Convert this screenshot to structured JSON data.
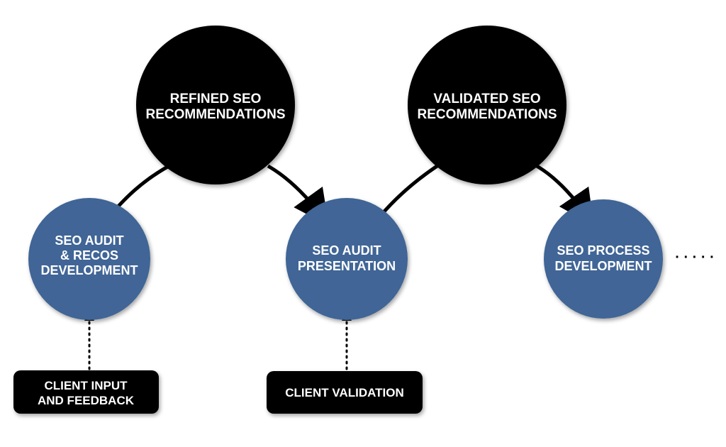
{
  "diagram": {
    "refined": {
      "line1": "REFINED SEO",
      "line2": "RECOMMENDATIONS"
    },
    "validated": {
      "line1": "VALIDATED SEO",
      "line2": "RECOMMENDATIONS"
    },
    "audit_dev": {
      "line1": "SEO AUDIT",
      "line2": "& RECOS",
      "line3": "DEVELOPMENT"
    },
    "audit_pres": {
      "line1": "SEO AUDIT",
      "line2": "PRESENTATION"
    },
    "process_dev": {
      "line1": "SEO PROCESS",
      "line2": "DEVELOPMENT"
    },
    "client_input": {
      "line1": "CLIENT INPUT",
      "line2": "AND FEEDBACK"
    },
    "client_validation": {
      "line1": "CLIENT VALIDATION"
    },
    "ellipsis": "· · · · ·"
  },
  "colors": {
    "blue_node": "#3f6596",
    "black_node": "#000000"
  }
}
